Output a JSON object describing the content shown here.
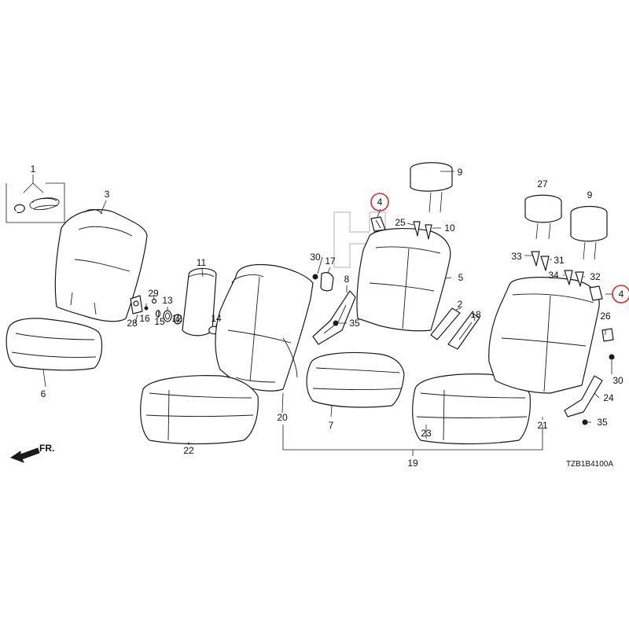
{
  "callouts": {
    "c1": "1",
    "c2": "2",
    "c3": "3",
    "c4a": "4",
    "c4b": "4",
    "c5": "5",
    "c6": "6",
    "c7": "7",
    "c8": "8",
    "c9a": "9",
    "c9b": "9",
    "c10": "10",
    "c11": "11",
    "c12": "12",
    "c13": "13",
    "c14": "14",
    "c15": "15",
    "c16": "16",
    "c17": "17",
    "c18": "18",
    "c19": "19",
    "c20": "20",
    "c21": "21",
    "c22": "22",
    "c23": "23",
    "c24": "24",
    "c25": "25",
    "c26": "26",
    "c27": "27",
    "c28": "28",
    "c29": "29",
    "c30a": "30",
    "c30b": "30",
    "c31": "31",
    "c32": "32",
    "c33": "33",
    "c34": "34",
    "c35a": "35",
    "c35b": "35"
  },
  "direction_label": "FR.",
  "diagram_code": "TZB1B4100A",
  "highlight_color": "#d62828",
  "icons": {
    "direction": "front-arrow-icon",
    "watermark": "brand-watermark-icon"
  }
}
